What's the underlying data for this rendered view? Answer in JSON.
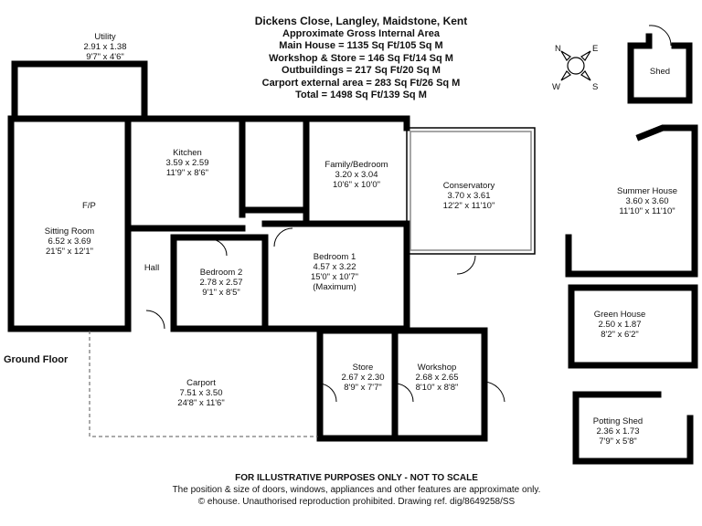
{
  "header": {
    "address": "Dickens Close, Langley, Maidstone, Kent",
    "subtitle": "Approximate Gross Internal Area",
    "areas": [
      "Main House = 1135 Sq Ft/105 Sq M",
      "Workshop & Store = 146 Sq Ft/14 Sq M",
      "Outbuildings = 217 Sq Ft/20 Sq M",
      "Carport external area = 283 Sq Ft/26 Sq M",
      "Total = 1498 Sq Ft/139 Sq M"
    ]
  },
  "floor_label": "Ground Floor",
  "compass": {
    "n": "N",
    "e": "E",
    "s": "S",
    "w": "W"
  },
  "fp_label": "F/P",
  "rooms": {
    "utility": {
      "name": "Utility",
      "metric": "2.91 x 1.38",
      "imperial": "9'7\" x 4'6\""
    },
    "kitchen": {
      "name": "Kitchen",
      "metric": "3.59 x 2.59",
      "imperial": "11'9\" x 8'6\""
    },
    "family": {
      "name": "Family/Bedroom",
      "metric": "3.20 x 3.04",
      "imperial": "10'6\" x 10'0\""
    },
    "conservatory": {
      "name": "Conservatory",
      "metric": "3.70 x 3.61",
      "imperial": "12'2\" x 11'10\""
    },
    "sitting": {
      "name": "Sitting Room",
      "metric": "6.52 x 3.69",
      "imperial": "21'5\" x 12'1\""
    },
    "hall": {
      "name": "Hall"
    },
    "bedroom2": {
      "name": "Bedroom 2",
      "metric": "2.78 x 2.57",
      "imperial": "9'1\" x 8'5\""
    },
    "bedroom1": {
      "name": "Bedroom 1",
      "metric": "4.57 x 3.22",
      "imperial": "15'0\" x 10'7\"",
      "note": "(Maximum)"
    },
    "carport": {
      "name": "Carport",
      "metric": "7.51 x 3.50",
      "imperial": "24'8\" x 11'6\""
    },
    "store": {
      "name": "Store",
      "metric": "2.67 x 2.30",
      "imperial": "8'9\" x 7'7\""
    },
    "workshop": {
      "name": "Workshop",
      "metric": "2.68 x 2.65",
      "imperial": "8'10\" x 8'8\""
    },
    "shed": {
      "name": "Shed"
    },
    "summer": {
      "name": "Summer House",
      "metric": "3.60 x 3.60",
      "imperial": "11'10\" x 11'10\""
    },
    "green": {
      "name": "Green House",
      "metric": "2.50 x 1.87",
      "imperial": "8'2\" x 6'2\""
    },
    "potting": {
      "name": "Potting Shed",
      "metric": "2.36 x 1.73",
      "imperial": "7'9\" x 5'8\""
    }
  },
  "footer": {
    "disclaimer": "FOR ILLUSTRATIVE PURPOSES ONLY - NOT TO SCALE",
    "note": "The position & size of doors, windows, appliances and other features are approximate only.",
    "copyright": "© ehouse. Unauthorised reproduction prohibited. Drawing ref. dig/8649258/SS"
  }
}
